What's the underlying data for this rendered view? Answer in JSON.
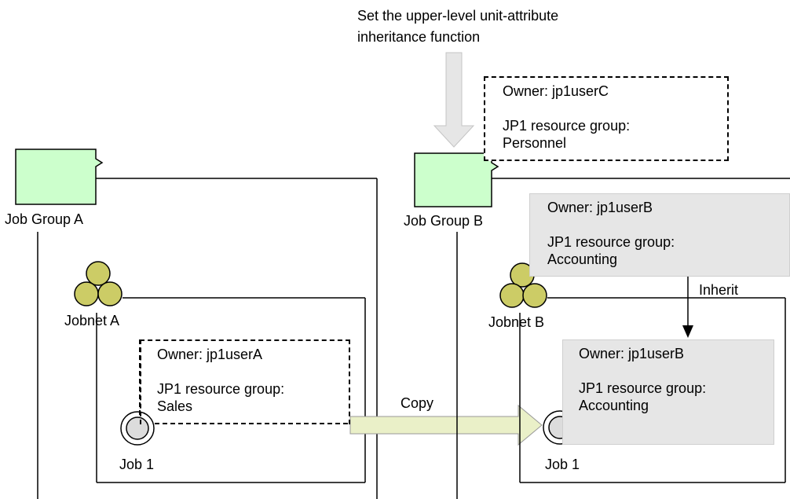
{
  "note": {
    "text_line1": "Set the upper-level unit-attribute",
    "text_line2": "inheritance function"
  },
  "left": {
    "job_group_label": "Job Group A",
    "jobnet_label": "Jobnet A",
    "job_label": "Job 1",
    "attrs": {
      "owner": "Owner: jp1userA",
      "rg_label": "JP1 resource group:",
      "rg_value": "Sales"
    }
  },
  "right": {
    "job_group_label": "Job Group B",
    "jobnet_label": "Jobnet B",
    "job_label": "Job 1",
    "group_attrs": {
      "owner": "Owner: jp1userC",
      "rg_label": "JP1 resource group:",
      "rg_value": "Personnel"
    },
    "jobnet_attrs": {
      "owner": "Owner: jp1userB",
      "rg_label": "JP1 resource group:",
      "rg_value": "Accounting"
    },
    "job_attrs": {
      "owner": "Owner: jp1userB",
      "rg_label": "JP1 resource group:",
      "rg_value": "Accounting"
    }
  },
  "arrows": {
    "copy_label": "Copy",
    "inherit_label": "Inherit"
  },
  "colors": {
    "folder_fill": "#ccffcc",
    "jobnet_fill": "#cccc66",
    "copy_arrow_fill": "#eaf0c8",
    "down_arrow_fill": "#e6e6e6",
    "grey_box_fill": "#e6e6e6"
  }
}
